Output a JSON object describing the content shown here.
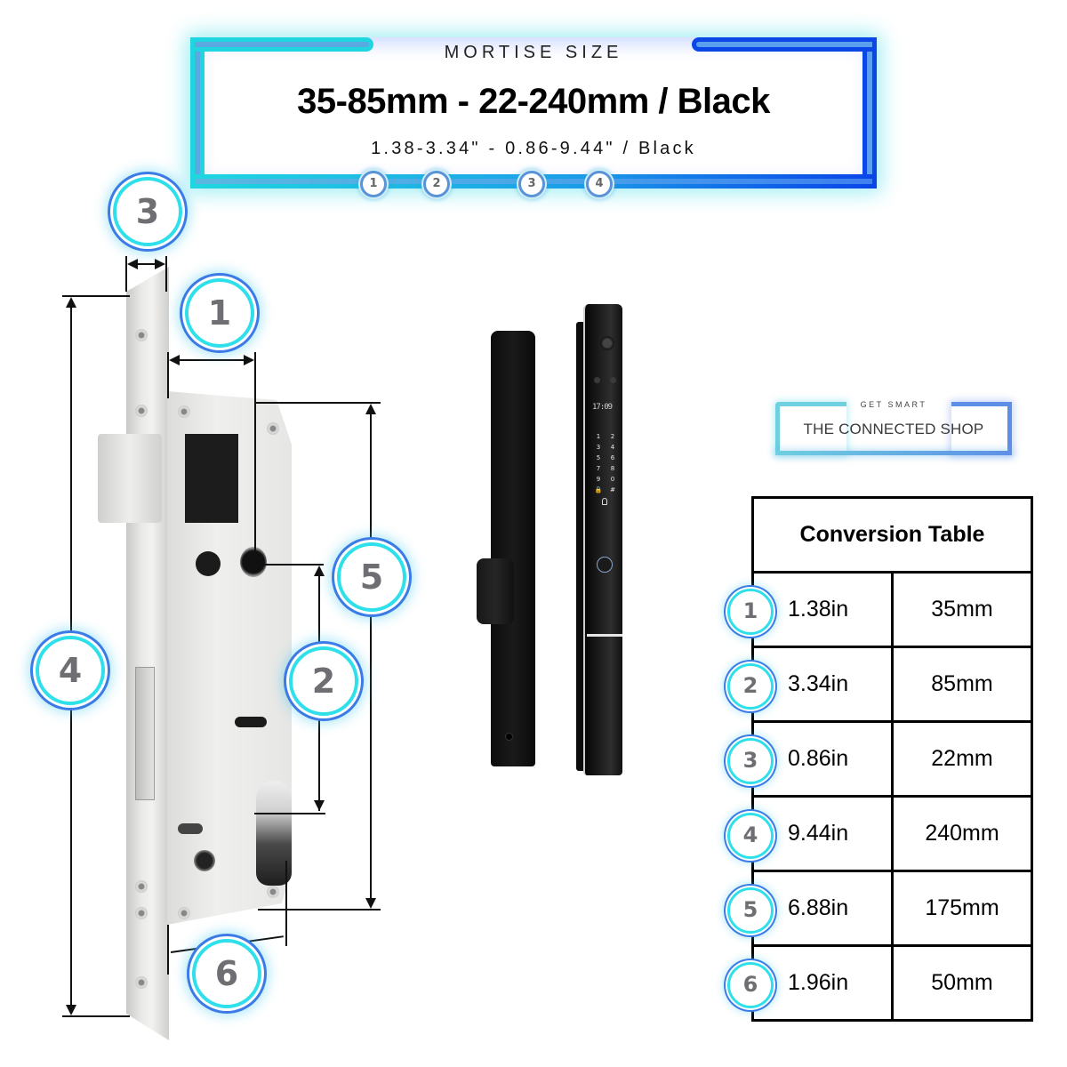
{
  "header": {
    "subtitle": "MORTISE SIZE",
    "title": "35-85mm - 22-240mm / Black",
    "imperial": "1.38-3.34\" - 0.86-9.44\" / Black",
    "frame_colors": {
      "left": "#1fd6e0",
      "right": "#0b46e6",
      "inner": "#5aa9e0"
    },
    "step_badges": [
      "1",
      "2",
      "3",
      "4"
    ]
  },
  "diagram": {
    "badges": [
      {
        "id": "3",
        "label": "3"
      },
      {
        "id": "1",
        "label": "1"
      },
      {
        "id": "5",
        "label": "5"
      },
      {
        "id": "4",
        "label": "4"
      },
      {
        "id": "2",
        "label": "2"
      },
      {
        "id": "6",
        "label": "6"
      }
    ]
  },
  "product": {
    "screen_time": "17:09",
    "keypad": [
      "1",
      "2",
      "3",
      "4",
      "5",
      "6",
      "7",
      "8",
      "9",
      "0",
      "🔒",
      "#"
    ]
  },
  "brand": {
    "tagline": "GET SMART",
    "name": "THE CONNECTED SHOP"
  },
  "conversion_table": {
    "title": "Conversion Table",
    "rows": [
      {
        "badge": "1",
        "inches": "1.38in",
        "mm": "35mm"
      },
      {
        "badge": "2",
        "inches": "3.34in",
        "mm": "85mm"
      },
      {
        "badge": "3",
        "inches": "0.86in",
        "mm": "22mm"
      },
      {
        "badge": "4",
        "inches": "9.44in",
        "mm": "240mm"
      },
      {
        "badge": "5",
        "inches": "6.88in",
        "mm": "175mm"
      },
      {
        "badge": "6",
        "inches": "1.96in",
        "mm": "50mm"
      }
    ]
  },
  "colors": {
    "badge_ring_inner": "#2fe0ea",
    "badge_ring_outer": "#3c7be6",
    "badge_number": "#6f6f73"
  }
}
